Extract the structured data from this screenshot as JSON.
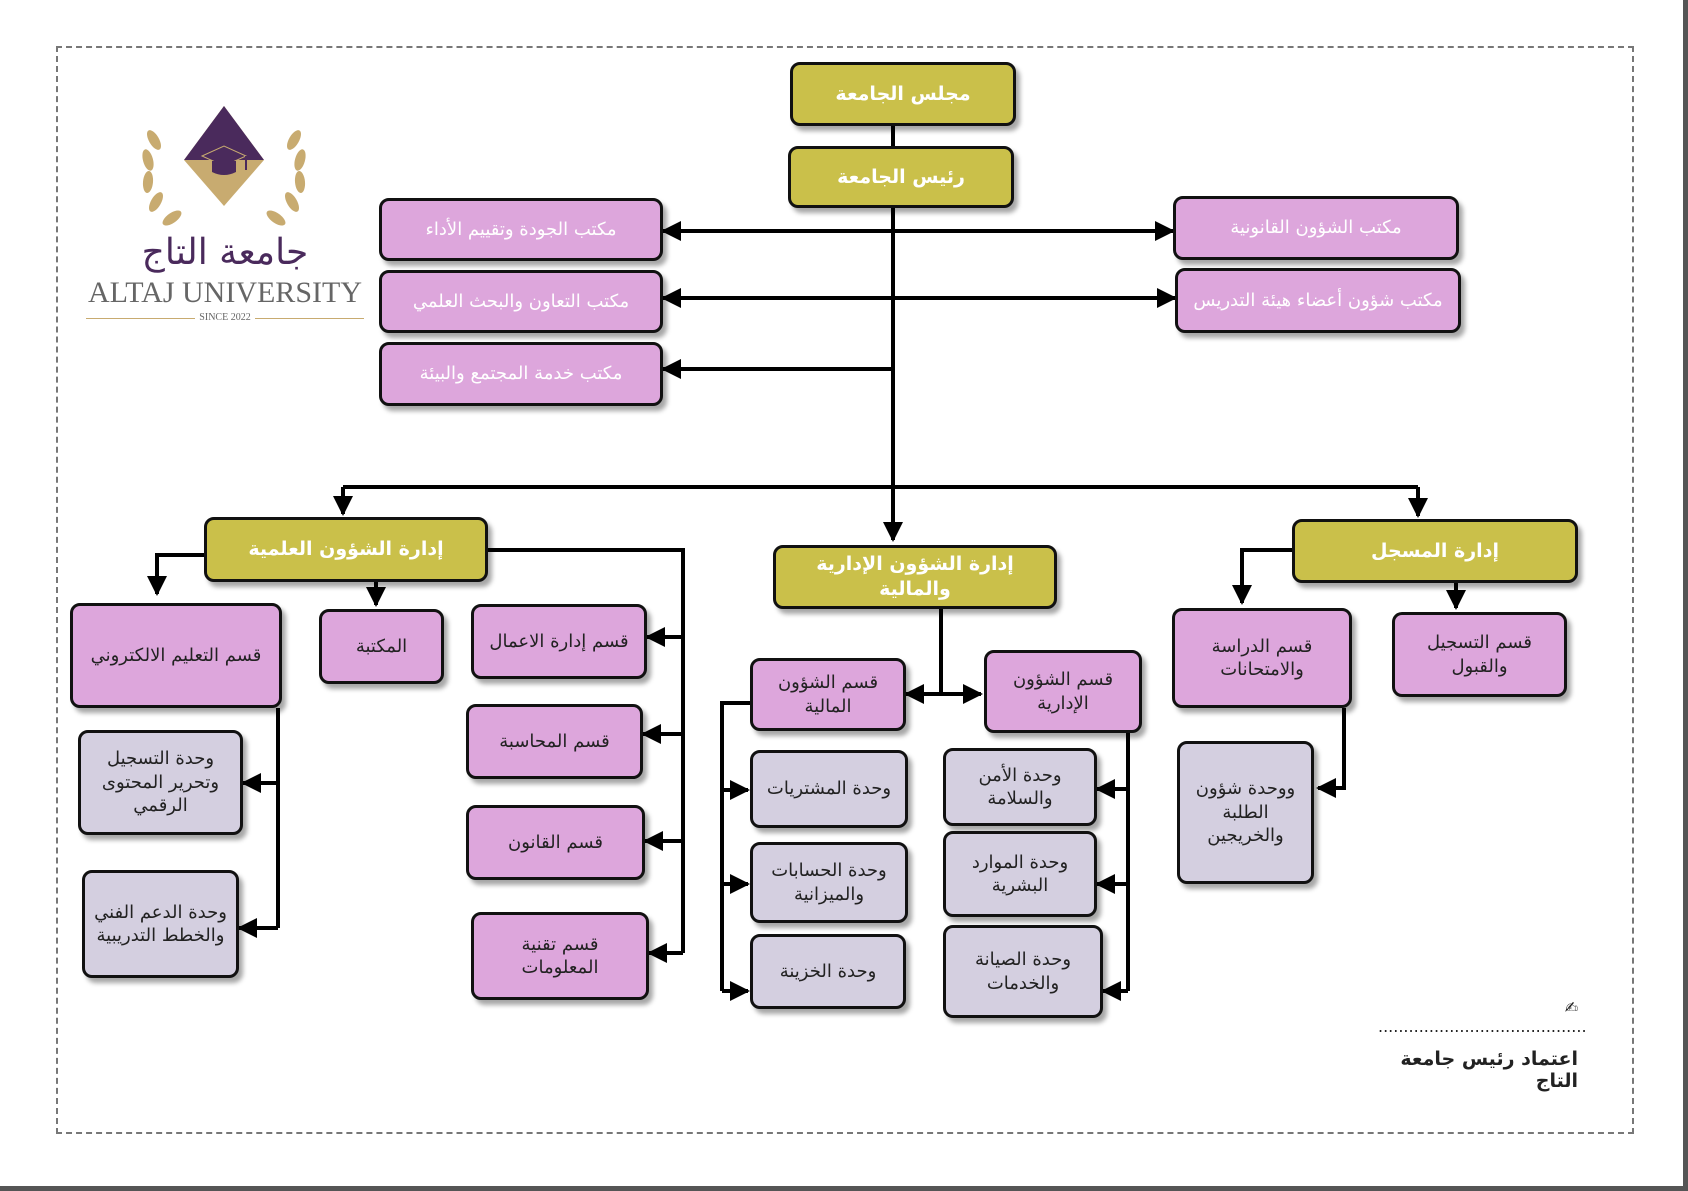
{
  "logo": {
    "arabic": "جامعة التاج",
    "english": "ALTAJ UNIVERSITY",
    "since": "SINCE 2022"
  },
  "council": "مجلس الجامعة",
  "president": "رئيس الجامعة",
  "offices_left": [
    "مكتب الجودة وتقييم الأداء",
    "مكتب التعاون والبحث العلمي",
    "مكتب خدمة المجتمع والبيئة"
  ],
  "offices_right": [
    "مكتب الشؤون القانونية",
    "مكتب شؤون أعضاء هيئة التدريس"
  ],
  "scientific": {
    "title": "إدارة الشؤون العلمية",
    "elearning": "قسم التعليم الالكتروني",
    "library": "المكتبة",
    "elearning_units": [
      "وحدة التسجيل وتحرير المحتوى الرقمي",
      "وحدة الدعم الفني والخطط التدريبية"
    ],
    "departments": [
      "قسم إدارة الاعمال",
      "قسم المحاسبة",
      "قسم القانون",
      "قسم تقنية المعلومات"
    ]
  },
  "admin": {
    "title": "إدارة الشؤون الإدارية والمالية",
    "financial": "قسم الشؤون المالية",
    "administrative": "قسم الشؤون الإدارية",
    "financial_units": [
      "وحدة المشتريات",
      "وحدة الحسابات والميزانية",
      "وحدة الخزينة"
    ],
    "administrative_units": [
      "وحدة الأمن والسلامة",
      "وحدة الموارد البشرية",
      "وحدة الصيانة والخدمات"
    ]
  },
  "registrar": {
    "title": "إدارة المسجل",
    "studies": "قسم الدراسة والامتحانات",
    "registration": "قسم التسجيل والقبول",
    "students_unit": "ووحدة شؤون الطلبة والخريجين"
  },
  "signature": {
    "dots": "✍ .........................................",
    "label": "اعتماد رئيس جامعة التاج"
  },
  "colors": {
    "olive": "#cac04a",
    "pink": "#dda6dc",
    "grey": "#d4cfe0",
    "logo_purple": "#4a2a5c",
    "logo_gold": "#c8ab70"
  }
}
